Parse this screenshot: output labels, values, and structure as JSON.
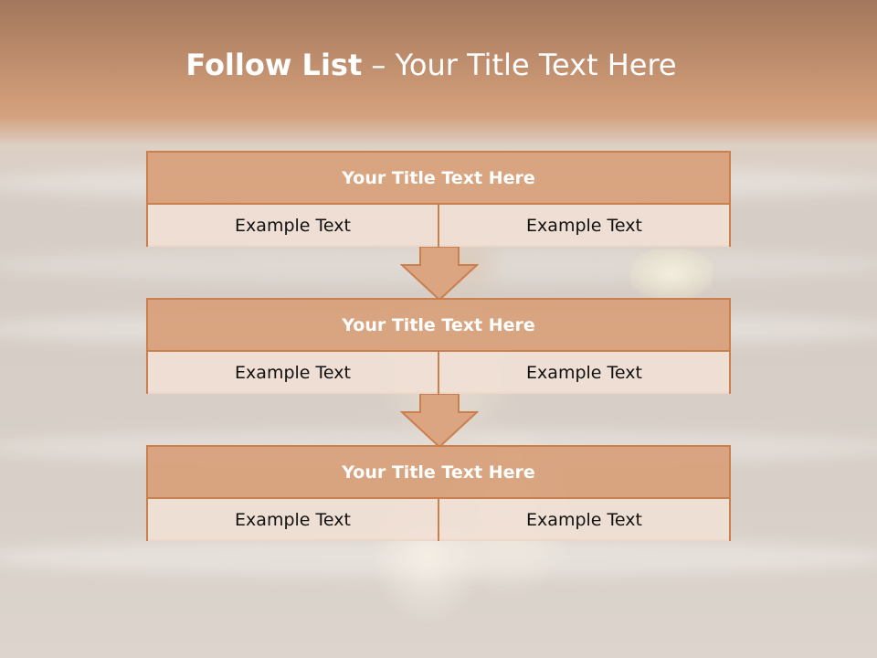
{
  "slide": {
    "title_bold": "Follow List",
    "title_rest": " – Your Title Text Here",
    "blocks": [
      {
        "heading": "Your Title Text Here",
        "left": "Example Text",
        "right": "Example Text"
      },
      {
        "heading": "Your Title Text Here",
        "left": "Example Text",
        "right": "Example Text"
      },
      {
        "heading": "Your Title Text Here",
        "left": "Example Text",
        "right": "Example Text"
      }
    ],
    "colors": {
      "header_band": "#c8875a",
      "box_border": "#c97f4e",
      "box_heading_fill": "#d8a07a",
      "box_cell_fill": "#f0dfd5",
      "arrow_fill": "#dca582"
    }
  }
}
